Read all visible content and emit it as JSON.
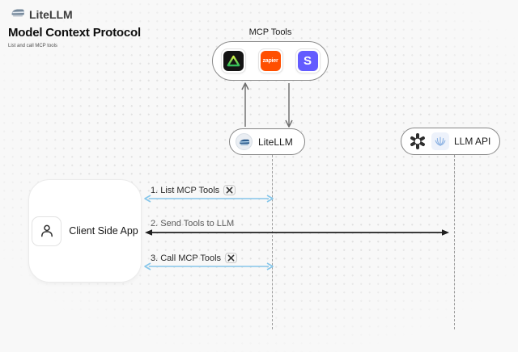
{
  "header": {
    "brand": "LiteLLM",
    "brand_icon": "train-icon",
    "title": "Model Context Protocol",
    "subtitle": "List and call MCP tools"
  },
  "mcp_tools": {
    "label": "MCP Tools",
    "tools": [
      {
        "icon": "green-triangle-logo",
        "text": ""
      },
      {
        "icon": "zapier-logo",
        "text": "zapier"
      },
      {
        "icon": "stripe-logo",
        "text": "S"
      }
    ]
  },
  "nodes": {
    "litellm": {
      "label": "LiteLLM",
      "icon": "litellm-train-icon"
    },
    "llm_api": {
      "label": "LLM API",
      "icons": [
        "openai-icon",
        "llm-provider-icon"
      ]
    },
    "client": {
      "label": "Client Side App",
      "icon": "person-icon"
    }
  },
  "messages": [
    {
      "label": "1. List MCP Tools",
      "tools_icon": true,
      "arrow_color": "#85c6ea"
    },
    {
      "label": "2. Send Tools to LLM",
      "tools_icon": false,
      "arrow_color": "#1f1f1f"
    },
    {
      "label": "3. Call MCP Tools",
      "tools_icon": true,
      "arrow_color": "#85c6ea"
    }
  ],
  "colors": {
    "background": "#f8f8f8",
    "accent_blue": "#85c6ea",
    "arrow_dark": "#1f1f1f",
    "zapier_orange": "#ff4f00",
    "stripe_purple": "#635bff",
    "triangle_green_start": "#d9f64a",
    "triangle_green_end": "#2ebd59",
    "lifeline_gray": "#9c9c9c"
  }
}
